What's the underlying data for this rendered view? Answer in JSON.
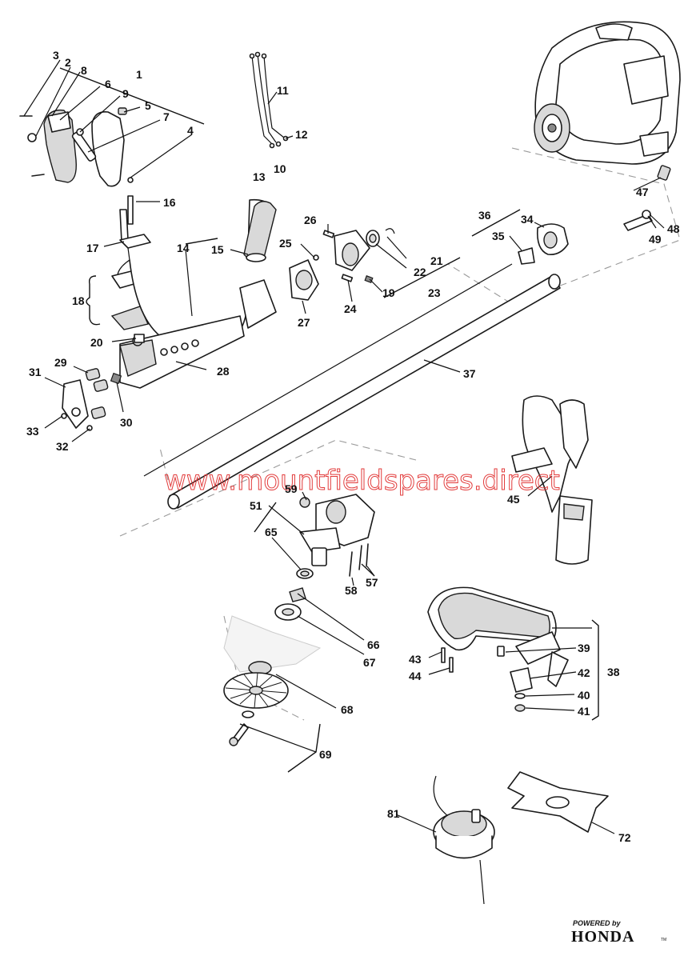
{
  "watermark": "www.mountfieldspares.direct",
  "branding": {
    "line1": "POWERED by",
    "line2": "HONDA",
    "tm": "TM"
  },
  "labels": {
    "p1": "1",
    "p2": "2",
    "p3": "3",
    "p4": "4",
    "p5": "5",
    "p6": "6",
    "p7": "7",
    "p8": "8",
    "p9": "9",
    "p10": "10",
    "p11": "11",
    "p12": "12",
    "p13": "13",
    "p14": "14",
    "p15": "15",
    "p16": "16",
    "p17": "17",
    "p18": "18",
    "p19": "19",
    "p20": "20",
    "p21": "21",
    "p22": "22",
    "p23": "23",
    "p24": "24",
    "p25": "25",
    "p26": "26",
    "p27": "27",
    "p28": "28",
    "p29": "29",
    "p30": "30",
    "p31": "31",
    "p32": "32",
    "p33": "33",
    "p34": "34",
    "p35": "35",
    "p36": "36",
    "p37": "37",
    "p38": "38",
    "p39": "39",
    "p40": "40",
    "p41": "41",
    "p42": "42",
    "p43": "43",
    "p44": "44",
    "p45": "45",
    "p47": "47",
    "p48": "48",
    "p49": "49",
    "p51": "51",
    "p57": "57",
    "p58": "58",
    "p59": "59",
    "p65": "65",
    "p66": "66",
    "p67": "67",
    "p68": "68",
    "p69": "69",
    "p72": "72",
    "p81": "81"
  },
  "colors": {
    "watermark": "#e23b3b",
    "ink": "#1a1a1a"
  }
}
